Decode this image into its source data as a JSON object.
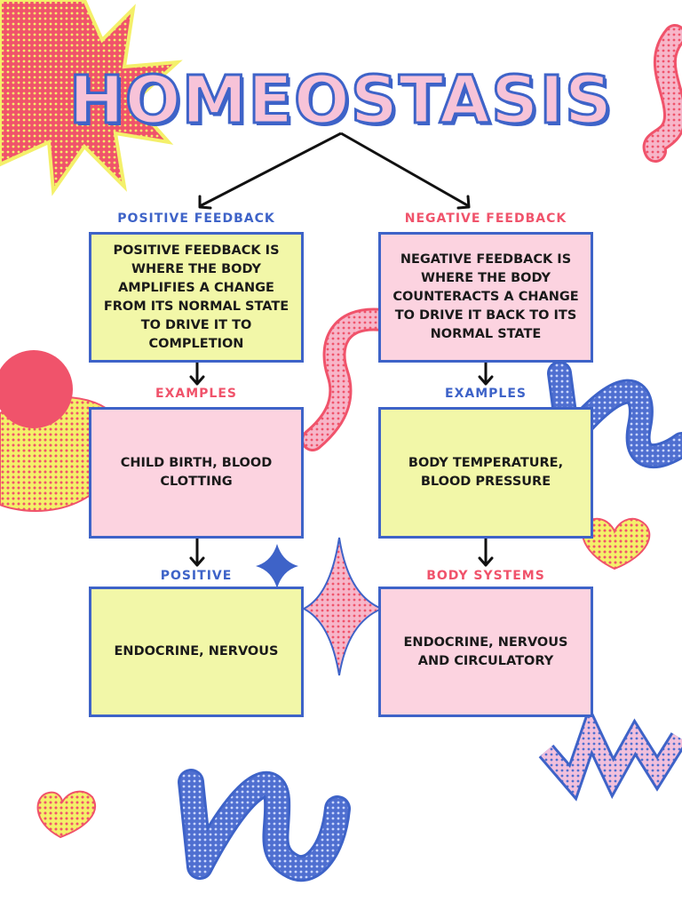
{
  "title": "HOMEOSTASIS",
  "left": {
    "heading": "POSITIVE FEEDBACK",
    "definition": "POSITIVE FEEDBACK IS WHERE THE BODY AMPLIFIES A CHANGE FROM ITS NORMAL STATE TO DRIVE IT TO COMPLETION",
    "examples_heading": "EXAMPLES",
    "examples": "CHILD BIRTH, BLOOD CLOTTING",
    "systems_heading": "POSITIVE",
    "systems": "ENDOCRINE, NERVOUS"
  },
  "right": {
    "heading": "NEGATIVE FEEDBACK",
    "definition": "NEGATIVE FEEDBACK IS WHERE THE BODY COUNTERACTS A CHANGE TO DRIVE IT BACK TO ITS NORMAL STATE",
    "examples_heading": "EXAMPLES",
    "examples": "BODY TEMPERATURE, BLOOD PRESSURE",
    "systems_heading": "BODY SYSTEMS",
    "systems": "ENDOCRINE, NERVOUS AND CIRCULATORY"
  },
  "colors": {
    "blue": "#3e63c8",
    "red": "#f0536b",
    "yellow_box": "#f2f7a8",
    "pink_box": "#fcd3e0"
  }
}
